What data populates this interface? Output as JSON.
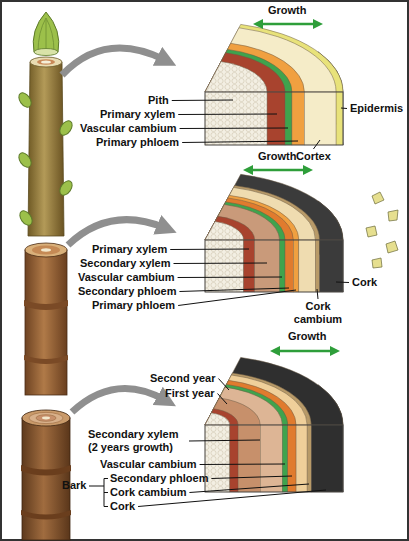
{
  "diagram": {
    "labels": [
      "Growth",
      "Pith",
      "Primary xylem",
      "Vascular cambium",
      "Primary phloem",
      "Epidermis",
      "Cortex",
      "Growth",
      "Primary xylem",
      "Secondary xylem",
      "Vascular cambium",
      "Secondary phloem",
      "Primary phloem",
      "Cork cambium",
      "Cork",
      "Growth",
      "Second year",
      "First year",
      "Secondary xylem (2 years growth)",
      "Vascular cambium",
      "Secondary phloem",
      "Bark",
      "Cork cambium",
      "Cork"
    ]
  }
}
